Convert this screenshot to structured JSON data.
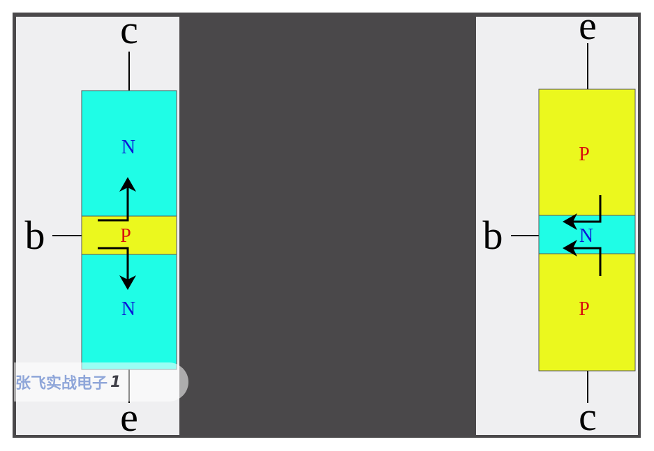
{
  "npn": {
    "collector_label": "c",
    "base_label": "b",
    "emitter_label": "e",
    "top_region": "N",
    "middle_region": "P",
    "bottom_region": "N"
  },
  "pnp": {
    "emitter_label": "e",
    "base_label": "b",
    "collector_label": "c",
    "top_region": "P",
    "middle_region": "N",
    "bottom_region": "P"
  },
  "watermark": {
    "text": "张飞实战电子",
    "suffix": "1"
  },
  "colors": {
    "n_region": "#1ffde6",
    "p_region": "#ebf81e",
    "n_text": "#0b18d8",
    "p_text": "#d8100e",
    "background": "#4a484a",
    "panel": "#efeff1"
  }
}
